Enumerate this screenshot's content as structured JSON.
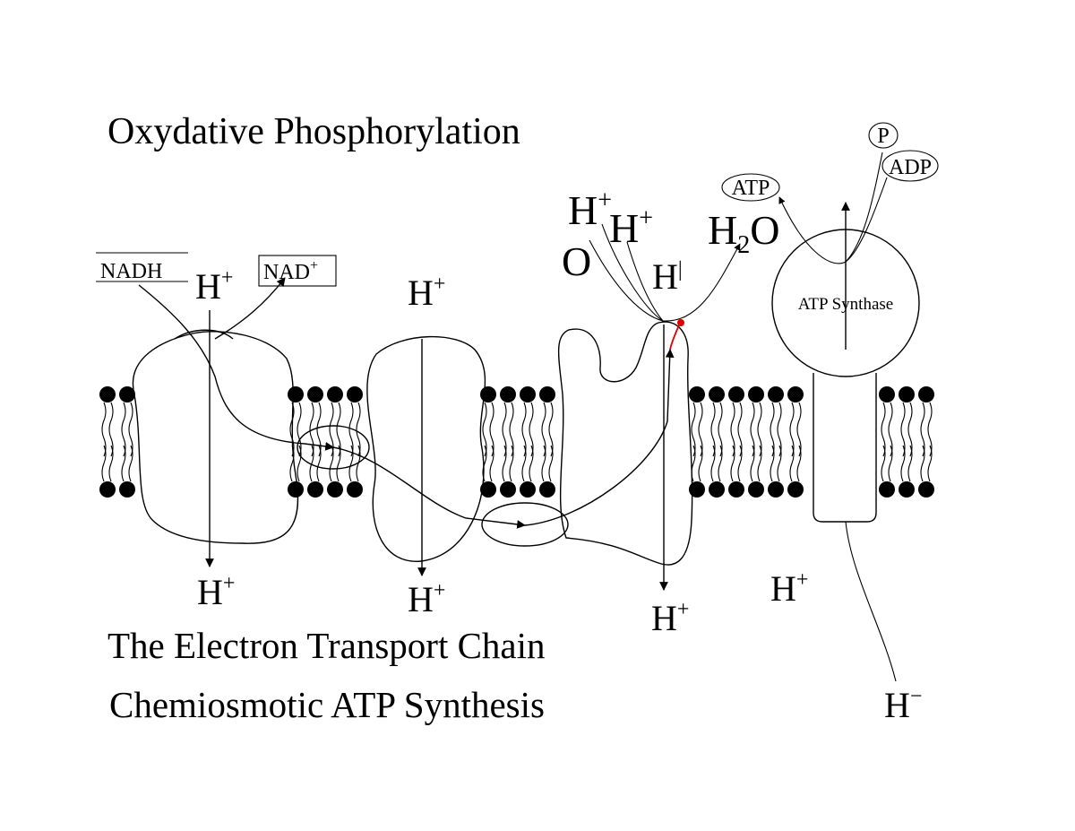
{
  "title": "Oxydative Phosphorylation",
  "caption_line1": "The Electron Transport Chain",
  "caption_line2": "Chemiosmotic ATP Synthesis",
  "labels": {
    "nadh": "NADH",
    "nad": "NAD",
    "nad_sup": "+",
    "atp": "ATP",
    "adp": "ADP",
    "phosphate": "P",
    "atp_synthase": "ATP Synthase",
    "oxygen": "O",
    "water_h": "H",
    "water_sub": "2",
    "water_o": "O"
  },
  "ions": {
    "h": "H",
    "plus": "+",
    "minus": "−",
    "bar": "|"
  },
  "colors": {
    "ink": "#000000",
    "accent": "#e00000",
    "background": "#ffffff"
  }
}
